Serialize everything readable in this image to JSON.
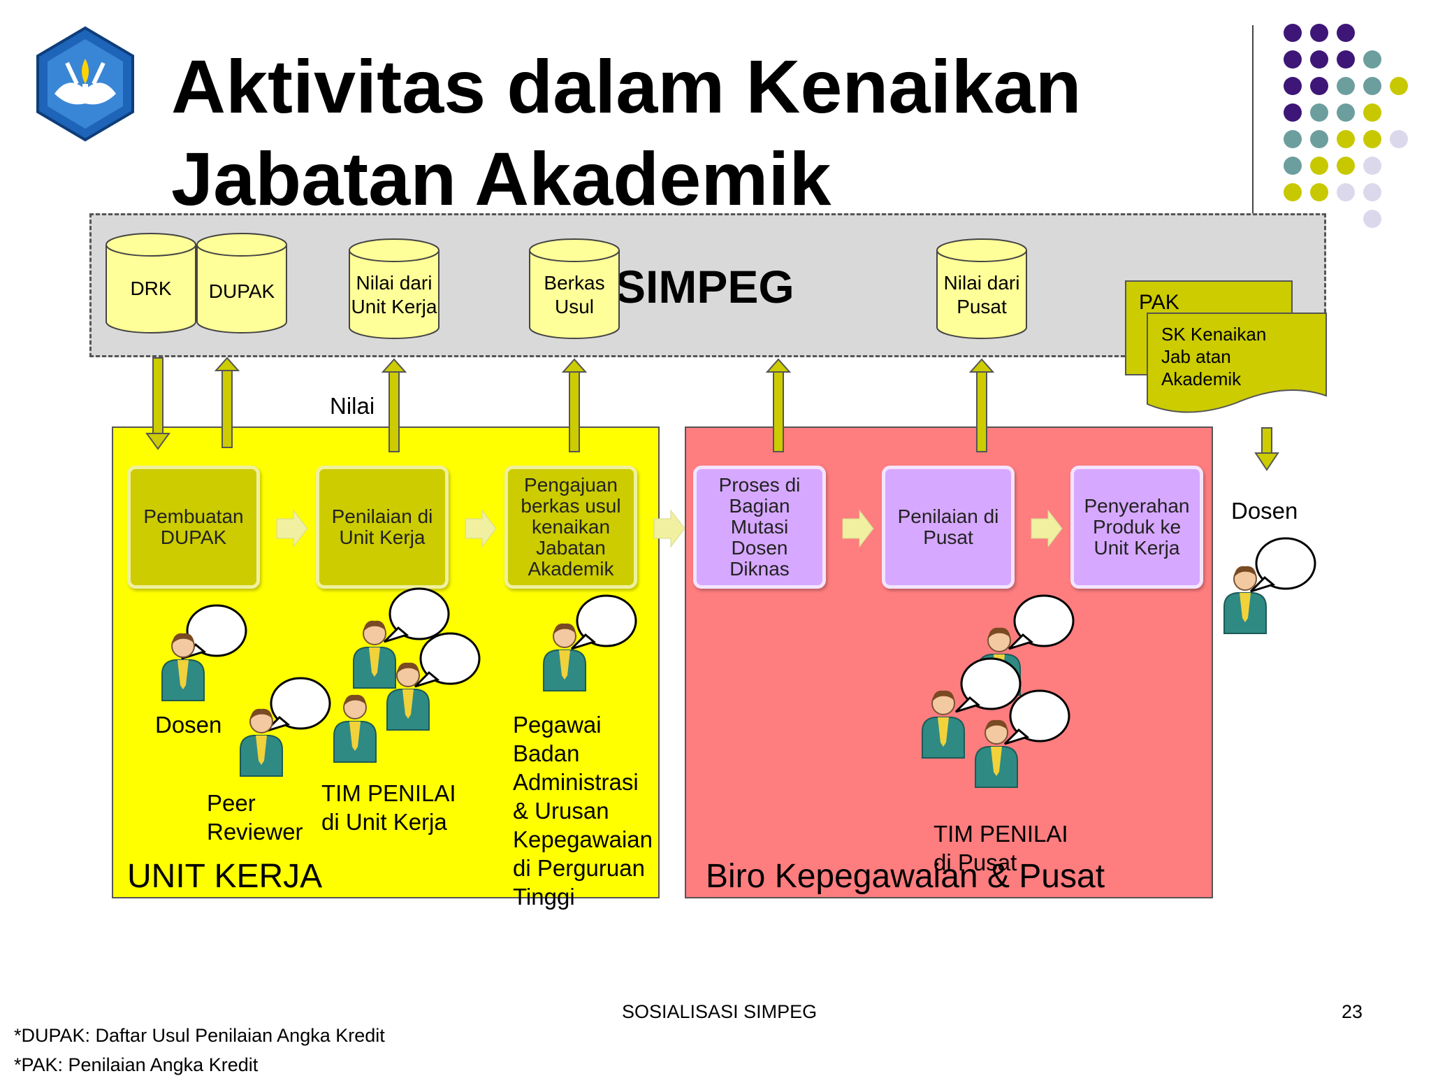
{
  "title": {
    "line1": "Aktivitas dalam Kenaikan",
    "line2": "Jabatan Akademik"
  },
  "simpeg": {
    "label": "SIMPEG",
    "databases": [
      {
        "id": "drk",
        "label": "DRK"
      },
      {
        "id": "dupak",
        "label": "DUPAK"
      },
      {
        "id": "nilai-unit",
        "label": "Nilai dari\nUnit Kerja"
      },
      {
        "id": "berkas",
        "label": "Berkas\nUsul"
      },
      {
        "id": "nilai-pusat",
        "label": "Nilai dari\nPusat"
      }
    ],
    "pak_label": "PAK",
    "sk_label": "SK Kenaikan\nJab atan\nAkademik"
  },
  "arrow_label_nilai": "Nilai",
  "unit_kerja": {
    "label": "UNIT KERJA",
    "steps": [
      {
        "id": "s1",
        "label": "Pembuatan\nDUPAK"
      },
      {
        "id": "s2",
        "label": "Penilaian di\nUnit Kerja"
      },
      {
        "id": "s3",
        "label": "Pengajuan\nberkas usul\nkenaikan\nJabatan\nAkademik"
      }
    ],
    "actors": {
      "dosen": "Dosen",
      "peer": "Peer\nReviewer",
      "tim": "TIM PENILAI\ndi Unit Kerja",
      "pegawai": "Pegawai\nBadan\nAdministrasi\n& Urusan\nKepegawaian\ndi Perguruan\nTinggi"
    }
  },
  "biro": {
    "label": "Biro Kepegawaian & Pusat",
    "steps": [
      {
        "id": "s4",
        "label": "Proses di\nBagian\nMutasi\nDosen\nDiknas"
      },
      {
        "id": "s5",
        "label": "Penilaian di\nPusat"
      },
      {
        "id": "s6",
        "label": "Penyerahan\nProduk ke\nUnit Kerja"
      }
    ],
    "tim_pusat": "TIM PENILAI\ndi Pusat"
  },
  "dosen_right": "Dosen",
  "footer": {
    "center": "SOSIALISASI SIMPEG",
    "page": "23",
    "note1": "*DUPAK: Daftar Usul Penilaian Angka Kredit",
    "note2": "*PAK: Penilaian Angka Kredit"
  },
  "colors": {
    "unit_zone": "#ffff00",
    "biro_zone": "#fe7d7f",
    "olive": "#cccc00",
    "lavender": "#d6a8ff",
    "db_fill": "#ffff99",
    "dot_purple": "#3e1677",
    "dot_teal": "#6d9e9e",
    "dot_lime": "#c8c800",
    "dot_lilac": "#dcd8ec"
  }
}
